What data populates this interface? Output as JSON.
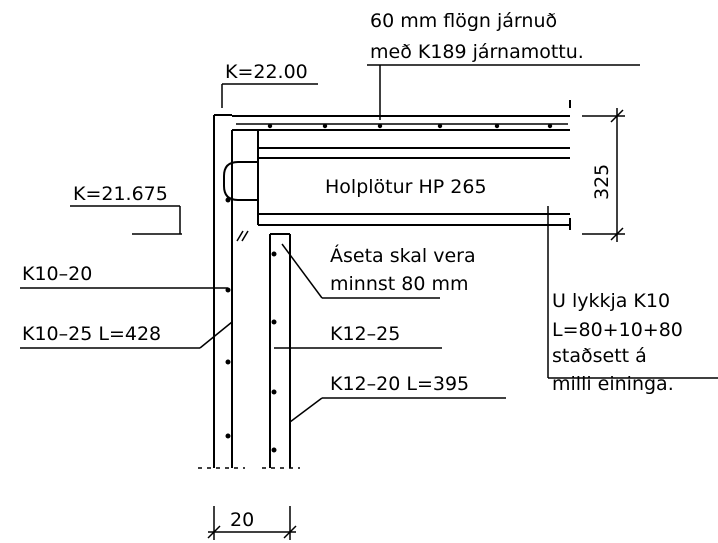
{
  "labels": {
    "topping_line1": "60 mm flögn járnuð",
    "topping_line2": "með K189 járnamottu.",
    "level_top": "K=22.00",
    "level_lower": "K=21.675",
    "slab_name": "Holplötur HP 265",
    "slab_depth": "325",
    "bearing_line1": "Áseta skal vera",
    "bearing_line2": "minnst 80 mm",
    "loop_line1": "U lykkja K10",
    "loop_line2": "L=80+10+80",
    "loop_line3": "staðsett á",
    "loop_line4": "milli eininga.",
    "rebar_k10_20": "K10–20",
    "rebar_k10_25": "K10–25 L=428",
    "rebar_k12_25": "K12–25",
    "rebar_k12_20": "K12–20 L=395",
    "wall_width": "20"
  }
}
